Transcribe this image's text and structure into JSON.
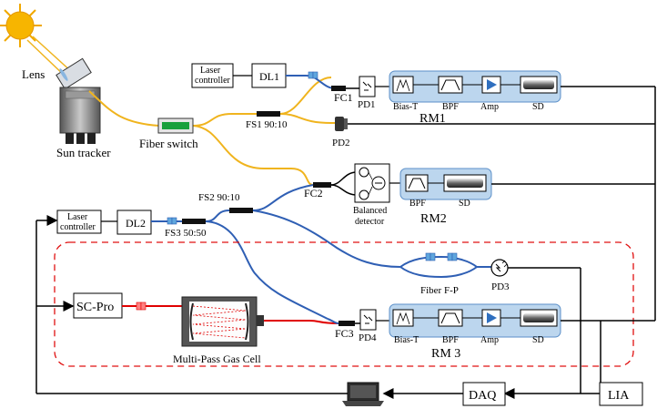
{
  "labels": {
    "lens": "Lens",
    "sun_tracker": "Sun tracker",
    "fiber_switch": "Fiber switch",
    "laser_controller_top_l1": "Laser",
    "laser_controller_top_l2": "controller",
    "dl1": "DL1",
    "fs1": "FS1 90:10",
    "fc1": "FC1",
    "pd1": "PD1",
    "pd2": "PD2",
    "fc2": "FC2",
    "balanced_detector_l1": "Balanced",
    "balanced_detector_l2": "detector",
    "fs2": "FS2 90:10",
    "laser_controller_mid_l1": "Laser",
    "laser_controller_mid_l2": "controller",
    "dl2": "DL2",
    "fs3": "FS3 50:50",
    "rm1": "RM1",
    "rm2": "RM2",
    "rm3": "RM 3",
    "bias_t": "Bias-T",
    "bpf": "BPF",
    "amp": "Amp",
    "sd": "SD",
    "fiber_fp": "Fiber F-P",
    "pd3": "PD3",
    "sc_pro": "SC-Pro",
    "multi_pass_gas_cell": "Multi-Pass Gas Cell",
    "fc3": "FC3",
    "pd4": "PD4",
    "daq": "DAQ",
    "lia": "LIA"
  },
  "colors": {
    "sunlight_fiber": "#f0b41e",
    "laser_fiber": "#2f5fb4",
    "gas_cell_fiber": "#e00000",
    "module_fill": "#bcd6ee",
    "module_border": "#5b8fc8",
    "dashed_region": "#e01010",
    "sun": "#f7b500"
  }
}
